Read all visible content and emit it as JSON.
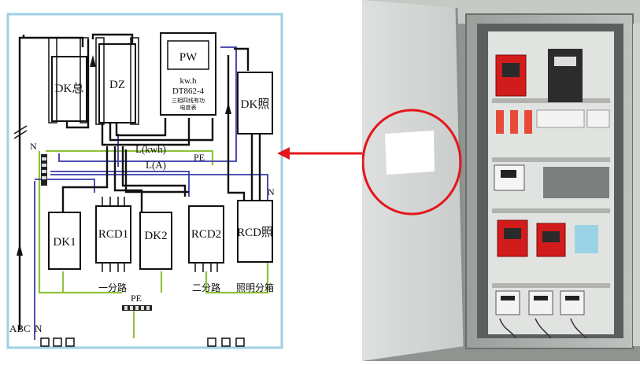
{
  "diagram": {
    "pw_meter": {
      "label": "PW",
      "unit": "kw.h",
      "model": "DT862-4",
      "desc_line1": "三相四线有功",
      "desc_line2": "电度表"
    },
    "dk_main": "DK总",
    "dz": "DZ",
    "dk_light": "DK照",
    "dk1": "DK1",
    "rcd1": "RCD1",
    "dk2": "DK2",
    "rcd2": "RCD2",
    "rcd_light": "RCD照",
    "wire_l_kwh": "L(kwh)",
    "wire_l_a": "L(A)",
    "pe_upper": "PE",
    "pe_lower": "PE",
    "n_left": "N",
    "n_bottom": "N",
    "n_right": "N",
    "abc": "ABC",
    "branch_one": "一分路",
    "branch_two": "二分路",
    "lighting_box": "照明分箱"
  },
  "colors": {
    "frame": "#9fd0e6",
    "phase_wire": "#111111",
    "neutral_wire": "#3a3aa8",
    "pe_wire": "#8fc23a",
    "arrow": "#e4161c",
    "callout": "#e4161c",
    "breaker_red": "#d21b1b",
    "cabinet": "#e2e4e2"
  },
  "icons": {
    "arrow": "left-arrow-icon",
    "callout": "red-circle-icon"
  }
}
